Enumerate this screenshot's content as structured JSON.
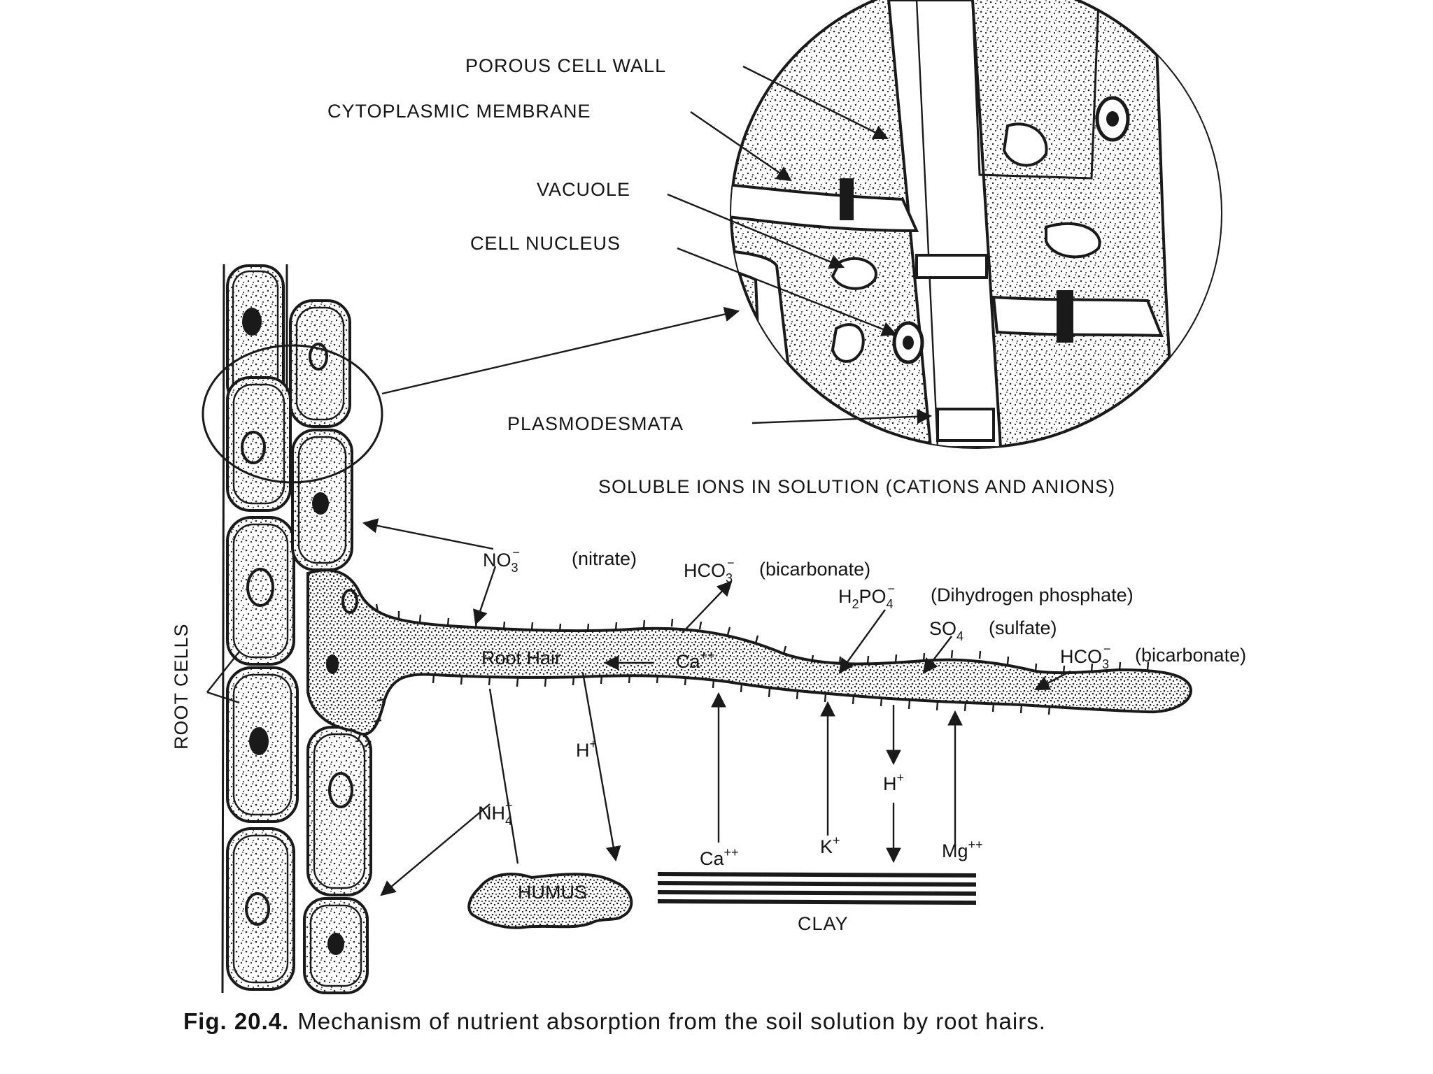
{
  "labels": {
    "porous_cell_wall": "POROUS CELL WALL",
    "cytoplasmic_membrane": "CYTOPLASMIC MEMBRANE",
    "vacuole": "VACUOLE",
    "cell_nucleus": "CELL NUCLEUS",
    "plasmodesmata": "PLASMODESMATA",
    "soluble_ions": "SOLUBLE IONS IN SOLUTION (CATIONS AND ANIONS)",
    "root_cells": "ROOT CELLS",
    "root_hair": "Root Hair",
    "humus": "HUMUS",
    "clay": "CLAY"
  },
  "ions": {
    "nitrate_formula": "NO",
    "nitrate_sub": "3",
    "nitrate_sup": "−",
    "nitrate_name": "(nitrate)",
    "bicarbonate_formula": "HCO",
    "bicarbonate_sub": "3",
    "bicarbonate_sup": "−",
    "bicarbonate_name": "(bicarbonate)",
    "phosphate_h": "H",
    "phosphate_h_sub": "2",
    "phosphate_po": "PO",
    "phosphate_sub": "4",
    "phosphate_sup": "−",
    "phosphate_name": "(Dihydrogen phosphate)",
    "sulfate_formula": "SO",
    "sulfate_sub": "4",
    "sulfate_name": "(sulfate)",
    "calcium": "Ca",
    "calcium_sup": "++",
    "hydrogen": "H",
    "hydrogen_sup": "+",
    "ammonium": "NH",
    "ammonium_sub": "4",
    "ammonium_sup": "+",
    "potassium": "K",
    "potassium_sup": "+",
    "magnesium": "Mg",
    "magnesium_sup": "++"
  },
  "caption": {
    "prefix": "Fig. 20.4.",
    "text": "Mechanism of nutrient absorption from the soil solution by root hairs."
  }
}
